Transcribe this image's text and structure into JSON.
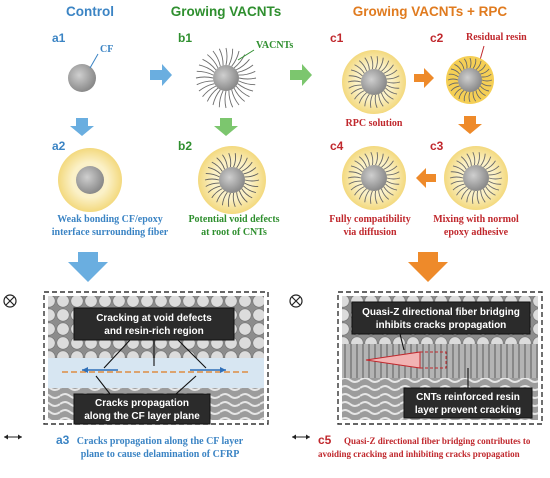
{
  "headers": {
    "control": "Control",
    "growing": "Growing VACNTs",
    "growing_rpc": "Growing VACNTs + RPC"
  },
  "panels": {
    "a1": "a1",
    "a2": "a2",
    "a3": "a3",
    "b1": "b1",
    "b2": "b2",
    "c1": "c1",
    "c2": "c2",
    "c3": "c3",
    "c4": "c4",
    "c5": "c5"
  },
  "labels": {
    "cf": "CF",
    "vacnts": "VACNTs",
    "residual_resin": "Residual resin",
    "rpc_solution": "RPC solution"
  },
  "captions": {
    "a2_line1": "Weak bonding CF/epoxy",
    "a2_line2": "interface surrounding fiber",
    "b2_line1": "Potential void defects",
    "b2_line2": "at root of CNTs",
    "c4_line1": "Fully compatibility",
    "c4_line2": "via diffusion",
    "c3_line1": "Mixing with normol",
    "c3_line2": "epoxy adhesive",
    "a3_line1": "Cracks propagation along the CF layer",
    "a3_line2": "plane to cause delamination of CFRP",
    "c5_line1": "Quasi-Z directional fiber bridging contributes to",
    "c5_line2": "avoiding  cracking and inhibiting cracks propagation"
  },
  "boxes": {
    "a3_top_1": "Cracking at void defects",
    "a3_top_2": "and resin-rich region",
    "a3_bot_1": "Cracks propagation",
    "a3_bot_2": "along the CF layer plane",
    "c5_top_1": "Quasi-Z directional fiber bridging",
    "c5_top_2": "inhibits cracks propagation",
    "c5_bot_1": "CNTs reinforced resin",
    "c5_bot_2": "layer prevent cracking"
  },
  "colors": {
    "blue": "#3b84c4",
    "green": "#2f8f2f",
    "orange": "#e07b1f",
    "red": "#c0282d",
    "fiber": "#9a9a9a",
    "resin": "#f6e7b0"
  },
  "icons": [
    "out-of-plane-icon",
    "double-arrow-icon"
  ]
}
